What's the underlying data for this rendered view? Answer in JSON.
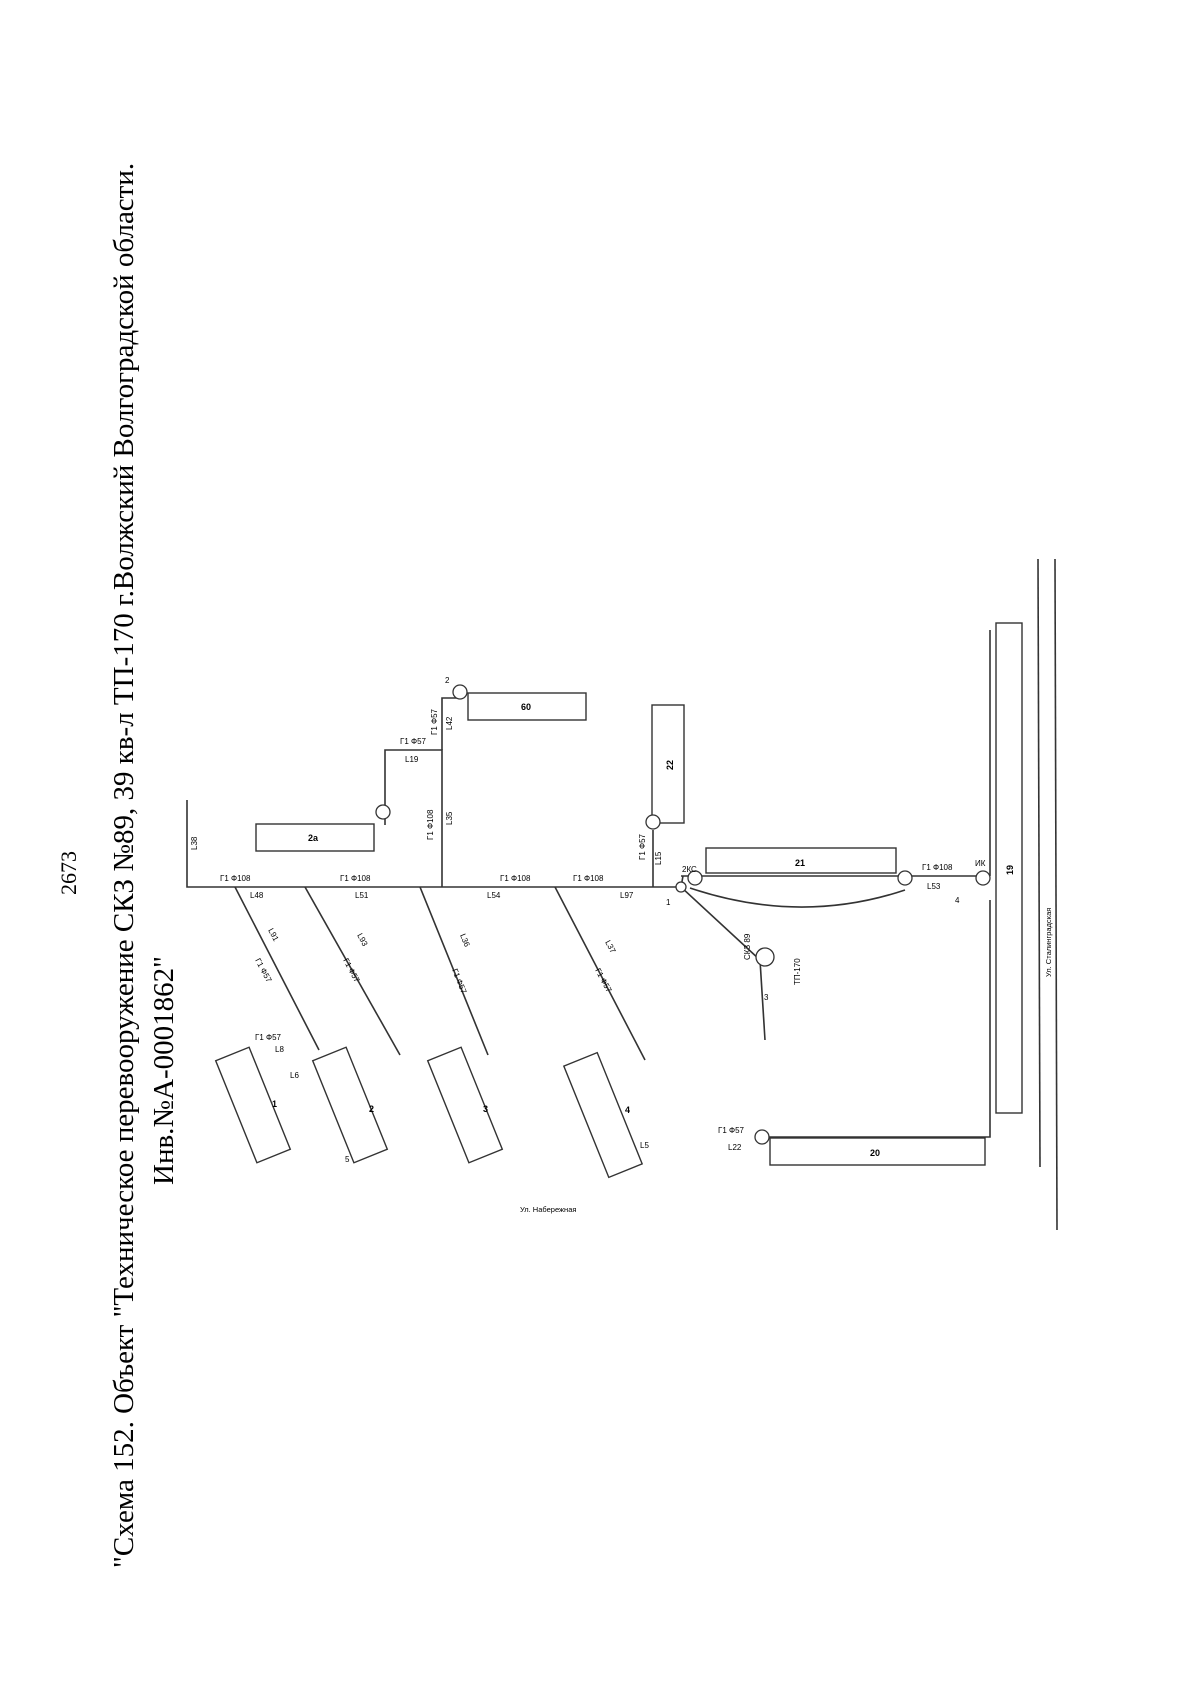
{
  "page": {
    "number": "2673",
    "title_line1": "\"Схема 152. Объект \"Техническое перевооружение СКЗ №89, 39 кв-л ТП-170 г.Волжский Волгоградской области.",
    "title_line2": "Инв.№А-0001862\""
  },
  "scheme": {
    "colors": {
      "line": "#333333",
      "paper": "#ffffff"
    },
    "streets": {
      "naberezhnaya": "Ул. Набережная",
      "stalingradskaya": "Ул. Сталинградская"
    },
    "station": {
      "skz": "СКЗ 89",
      "tp": "ТП-170"
    },
    "buildings": {
      "b1": "1",
      "b2": "2",
      "b3": "3",
      "b4": "4",
      "b2a": "2а",
      "b60": "60",
      "b22": "22",
      "b21": "21",
      "b19": "19",
      "b20": "20"
    },
    "main_line": {
      "L38": "L38",
      "g48": "Г1 Ф108",
      "L48": "L48",
      "g51": "Г1 Ф108",
      "L51": "L51",
      "g54": "Г1 Ф108",
      "L54": "L54",
      "g97": "Г1 Ф108",
      "L97": "L97"
    },
    "branches": {
      "L91": "L91",
      "g91": "Г1 Ф57",
      "L93": "L93",
      "g93": "Г1 Ф57",
      "L36": "L36",
      "g36": "Г1 Ф57",
      "L37": "L37",
      "g37": "Г1 Ф57",
      "L35": "L35",
      "g35": "Г1 Ф108",
      "L19": "L19",
      "g19": "Г1 Ф57",
      "L42": "L42",
      "g42": "Г1 Ф57",
      "L15": "L15",
      "g15": "Г1 Ф57",
      "L53": "L53",
      "g53": "Г1 Ф108",
      "L22": "L22",
      "g22": "Г1 Ф57"
    },
    "taps": {
      "g": "Г1 Ф57",
      "L8": "L8",
      "L6": "L6",
      "L5": "L5"
    },
    "markers": {
      "m1": "1",
      "m2": "2",
      "m3": "3",
      "m4": "4",
      "m5": "5",
      "skz": "2КС",
      "ikp": "ИК"
    }
  }
}
